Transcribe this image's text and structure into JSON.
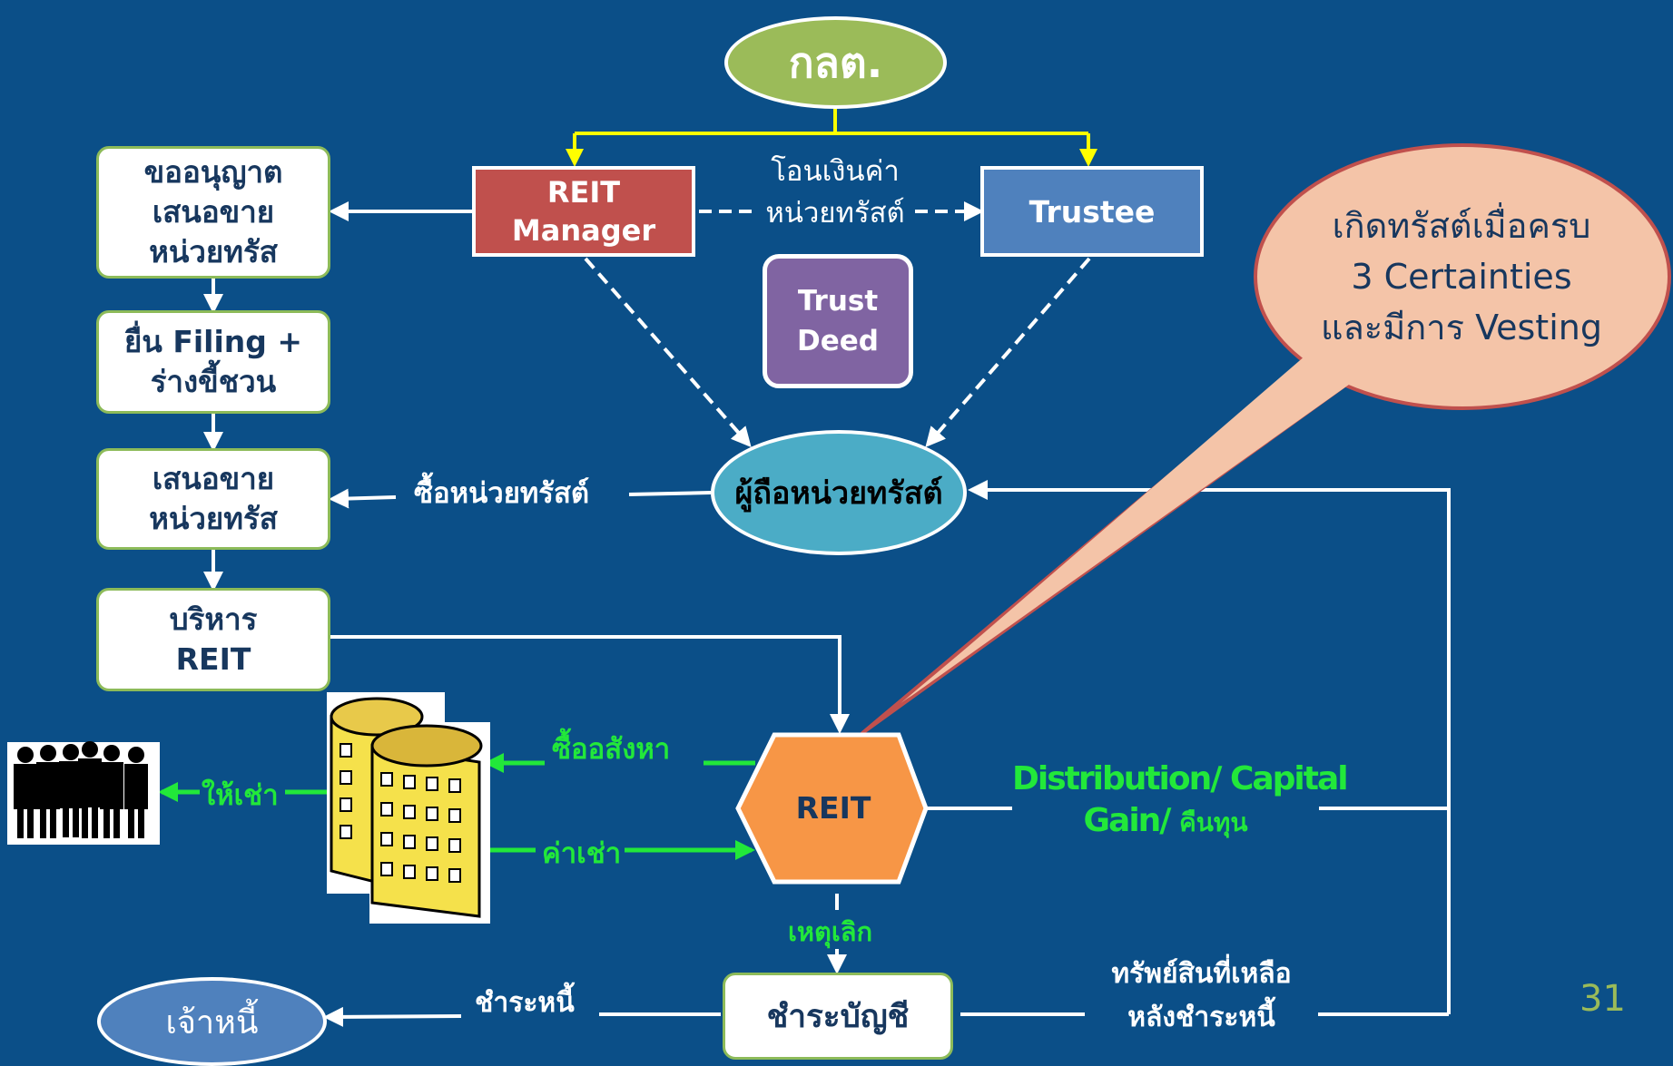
{
  "sec": {
    "label": "กลต."
  },
  "reit_manager": {
    "line1": "REIT",
    "line2": "Manager"
  },
  "trustee": {
    "label": "Trustee"
  },
  "trust_deed": {
    "line1": "Trust",
    "line2": "Deed"
  },
  "transfer_label": {
    "line1": "โอนเงินค่า",
    "line2": "หน่วยทรัสต์"
  },
  "left_steps": [
    {
      "line1": "ขออนุญาต",
      "line2": "เสนอขาย",
      "line3": "หน่วยทรัส"
    },
    {
      "line1": "ยื่น Filing +",
      "line2": "ร่างขี้ชวน"
    },
    {
      "line1": "เสนอขาย",
      "line2": "หน่วยทรัส"
    },
    {
      "line1": "บริหาร",
      "line2": "REIT"
    }
  ],
  "unitholders": {
    "label": "ผู้ถือหน่วยทรัสต์"
  },
  "buy_units_label": "ซื้อหน่วยทรัสต์",
  "callout": {
    "line1": "เกิดทรัสต์เมื่อครบ",
    "line2": "3 Certainties",
    "line3": "และมีการ Vesting"
  },
  "reit": {
    "label": "REIT"
  },
  "buy_property_label": "ซื้ออสังหา",
  "rent_label": "ค่าเช่า",
  "lease_label": "ให้เช่า",
  "distribution": {
    "line1": "Distribution/ Capital",
    "line2a": "Gain/",
    "line2b": "คืนทุน"
  },
  "termination_label": "เหตุเลิก",
  "liquidation": {
    "label": "ชำระบัญชี"
  },
  "repay_label": "ชำระหนี้",
  "creditor": {
    "label": "เจ้าหนี้"
  },
  "remaining_assets": {
    "line1": "ทรัพย์สินที่เหลือ",
    "line2": "หลังชำระหนี้"
  },
  "page_number": "31",
  "colors": {
    "background": "#0b4f88",
    "sec_fill": "#9bbb59",
    "manager_fill": "#c0504d",
    "trustee_fill": "#4f81bd",
    "deed_fill": "#8064a2",
    "unitholder_fill": "#4bacc6",
    "reit_fill": "#f79646",
    "callout_fill": "#f4c4a8",
    "flow_green": "#22e83a",
    "regulator_yellow": "#ffff00"
  }
}
